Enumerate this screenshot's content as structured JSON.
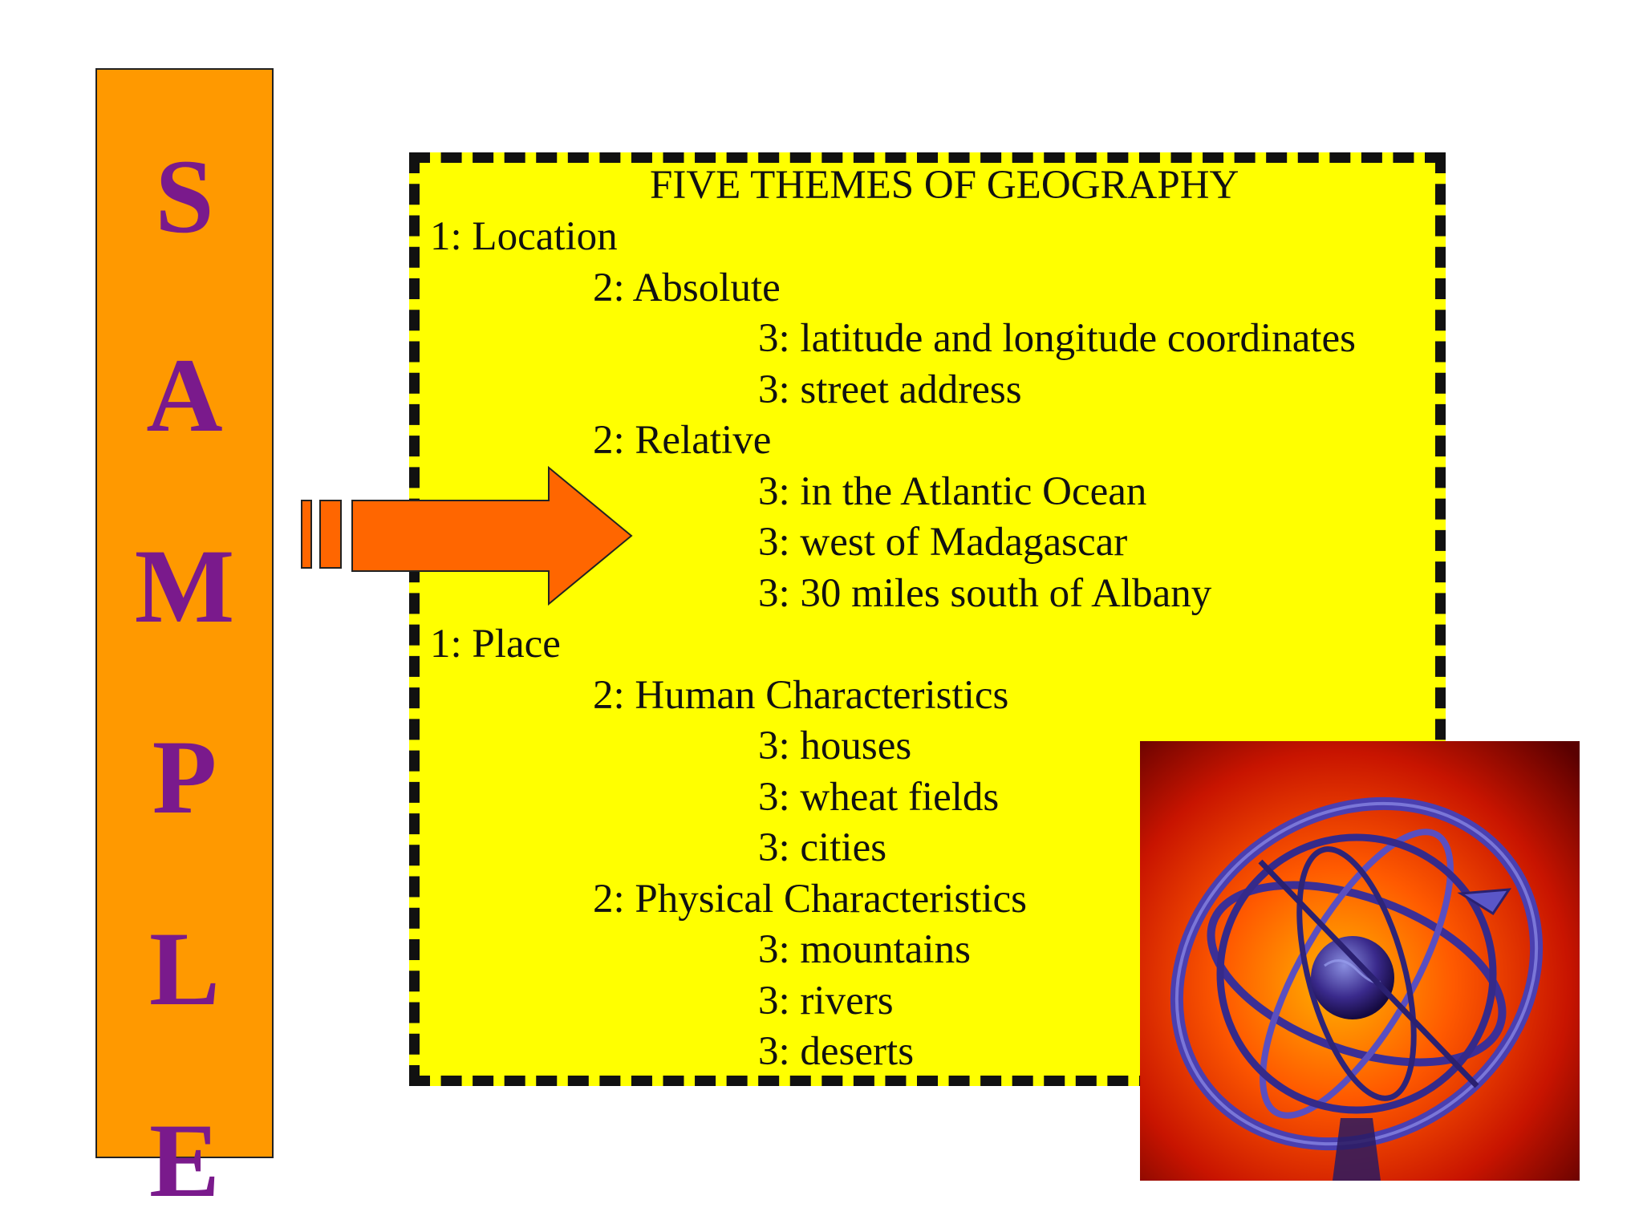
{
  "sample_letters": [
    "S",
    "A",
    "M",
    "P",
    "L",
    "E"
  ],
  "outline": {
    "title": "FIVE THEMES OF GEOGRAPHY",
    "lines": [
      "1: Location",
      "2: Absolute",
      "3: latitude and longitude coordinates",
      "3: street address",
      "2: Relative",
      "3: in the Atlantic Ocean",
      "3: west of Madagascar",
      "3: 30 miles south of Albany",
      "1: Place",
      "2: Human Characteristics",
      "3: houses",
      "3: wheat fields",
      "3: cities",
      "2: Physical Characteristics",
      "3: mountains",
      "3: rivers",
      "3: deserts"
    ]
  },
  "colors": {
    "sample_bar": "#ff9900",
    "sample_text": "#7a1a8c",
    "outline_background": "#ffff00",
    "arrow": "#ff6600"
  },
  "images": {
    "photo": "armillary-sphere-photo"
  }
}
